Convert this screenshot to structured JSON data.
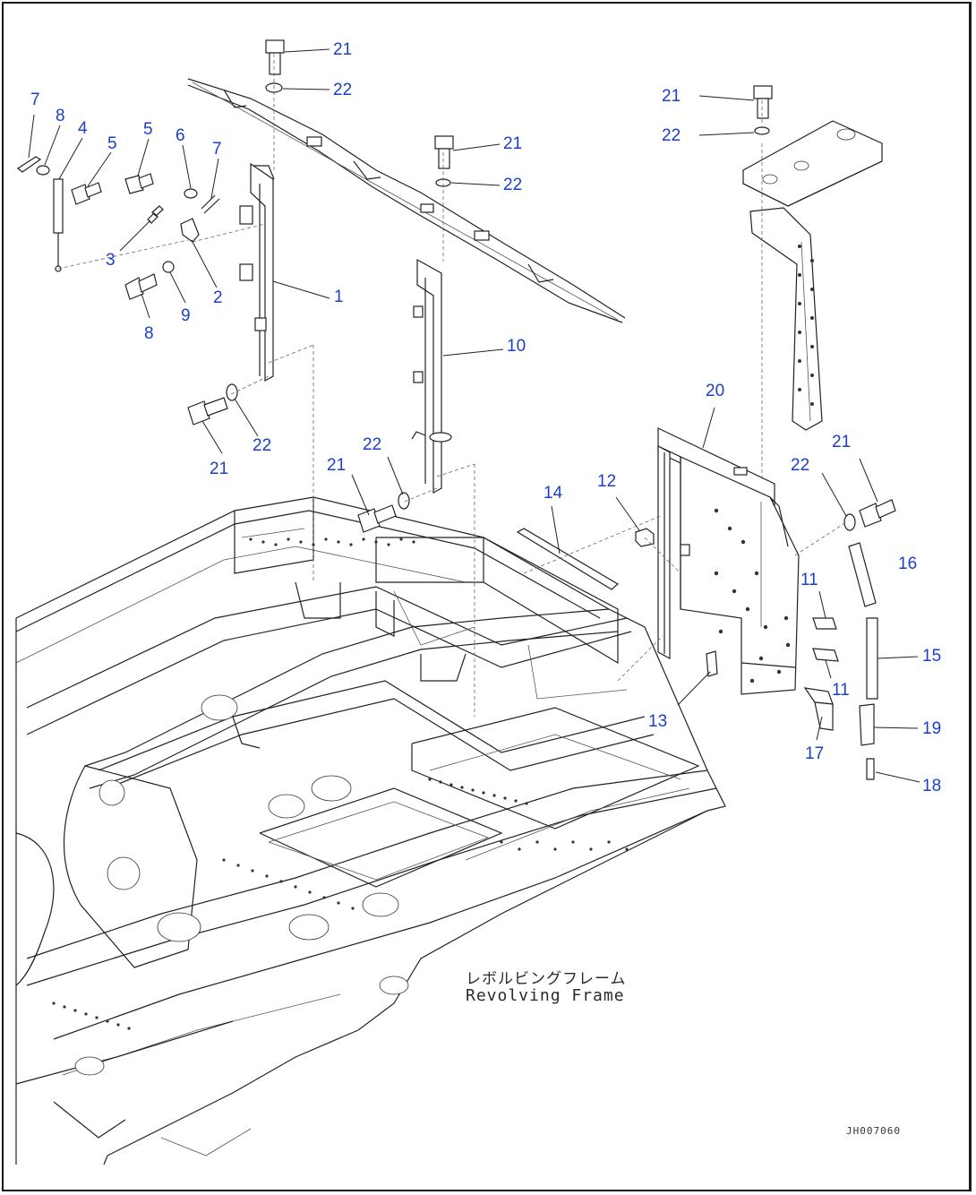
{
  "diagram": {
    "caption_jp": "レボルビングフレーム",
    "caption_en": "Revolving Frame",
    "drawing_code": "JH007060",
    "callouts": [
      {
        "id": "c-21-a",
        "text": "21"
      },
      {
        "id": "c-22-a",
        "text": "22"
      },
      {
        "id": "c-7-a",
        "text": "7"
      },
      {
        "id": "c-8-a",
        "text": "8"
      },
      {
        "id": "c-4",
        "text": "4"
      },
      {
        "id": "c-5-a",
        "text": "5"
      },
      {
        "id": "c-5-b",
        "text": "5"
      },
      {
        "id": "c-6",
        "text": "6"
      },
      {
        "id": "c-7-b",
        "text": "7"
      },
      {
        "id": "c-3",
        "text": "3"
      },
      {
        "id": "c-2",
        "text": "2"
      },
      {
        "id": "c-9",
        "text": "9"
      },
      {
        "id": "c-8-b",
        "text": "8"
      },
      {
        "id": "c-1",
        "text": "1"
      },
      {
        "id": "c-22-b",
        "text": "22"
      },
      {
        "id": "c-21-b",
        "text": "21"
      },
      {
        "id": "c-21-c",
        "text": "21"
      },
      {
        "id": "c-22-c",
        "text": "22"
      },
      {
        "id": "c-10",
        "text": "10"
      },
      {
        "id": "c-21-d",
        "text": "21"
      },
      {
        "id": "c-22-d",
        "text": "22"
      },
      {
        "id": "c-21-e",
        "text": "21"
      },
      {
        "id": "c-22-e",
        "text": "22"
      },
      {
        "id": "c-20",
        "text": "20"
      },
      {
        "id": "c-14",
        "text": "14"
      },
      {
        "id": "c-12",
        "text": "12"
      },
      {
        "id": "c-21-f",
        "text": "21"
      },
      {
        "id": "c-22-f",
        "text": "22"
      },
      {
        "id": "c-16",
        "text": "16"
      },
      {
        "id": "c-11-a",
        "text": "11"
      },
      {
        "id": "c-11-b",
        "text": "11"
      },
      {
        "id": "c-15",
        "text": "15"
      },
      {
        "id": "c-13",
        "text": "13"
      },
      {
        "id": "c-17",
        "text": "17"
      },
      {
        "id": "c-19",
        "text": "19"
      },
      {
        "id": "c-18",
        "text": "18"
      }
    ]
  }
}
